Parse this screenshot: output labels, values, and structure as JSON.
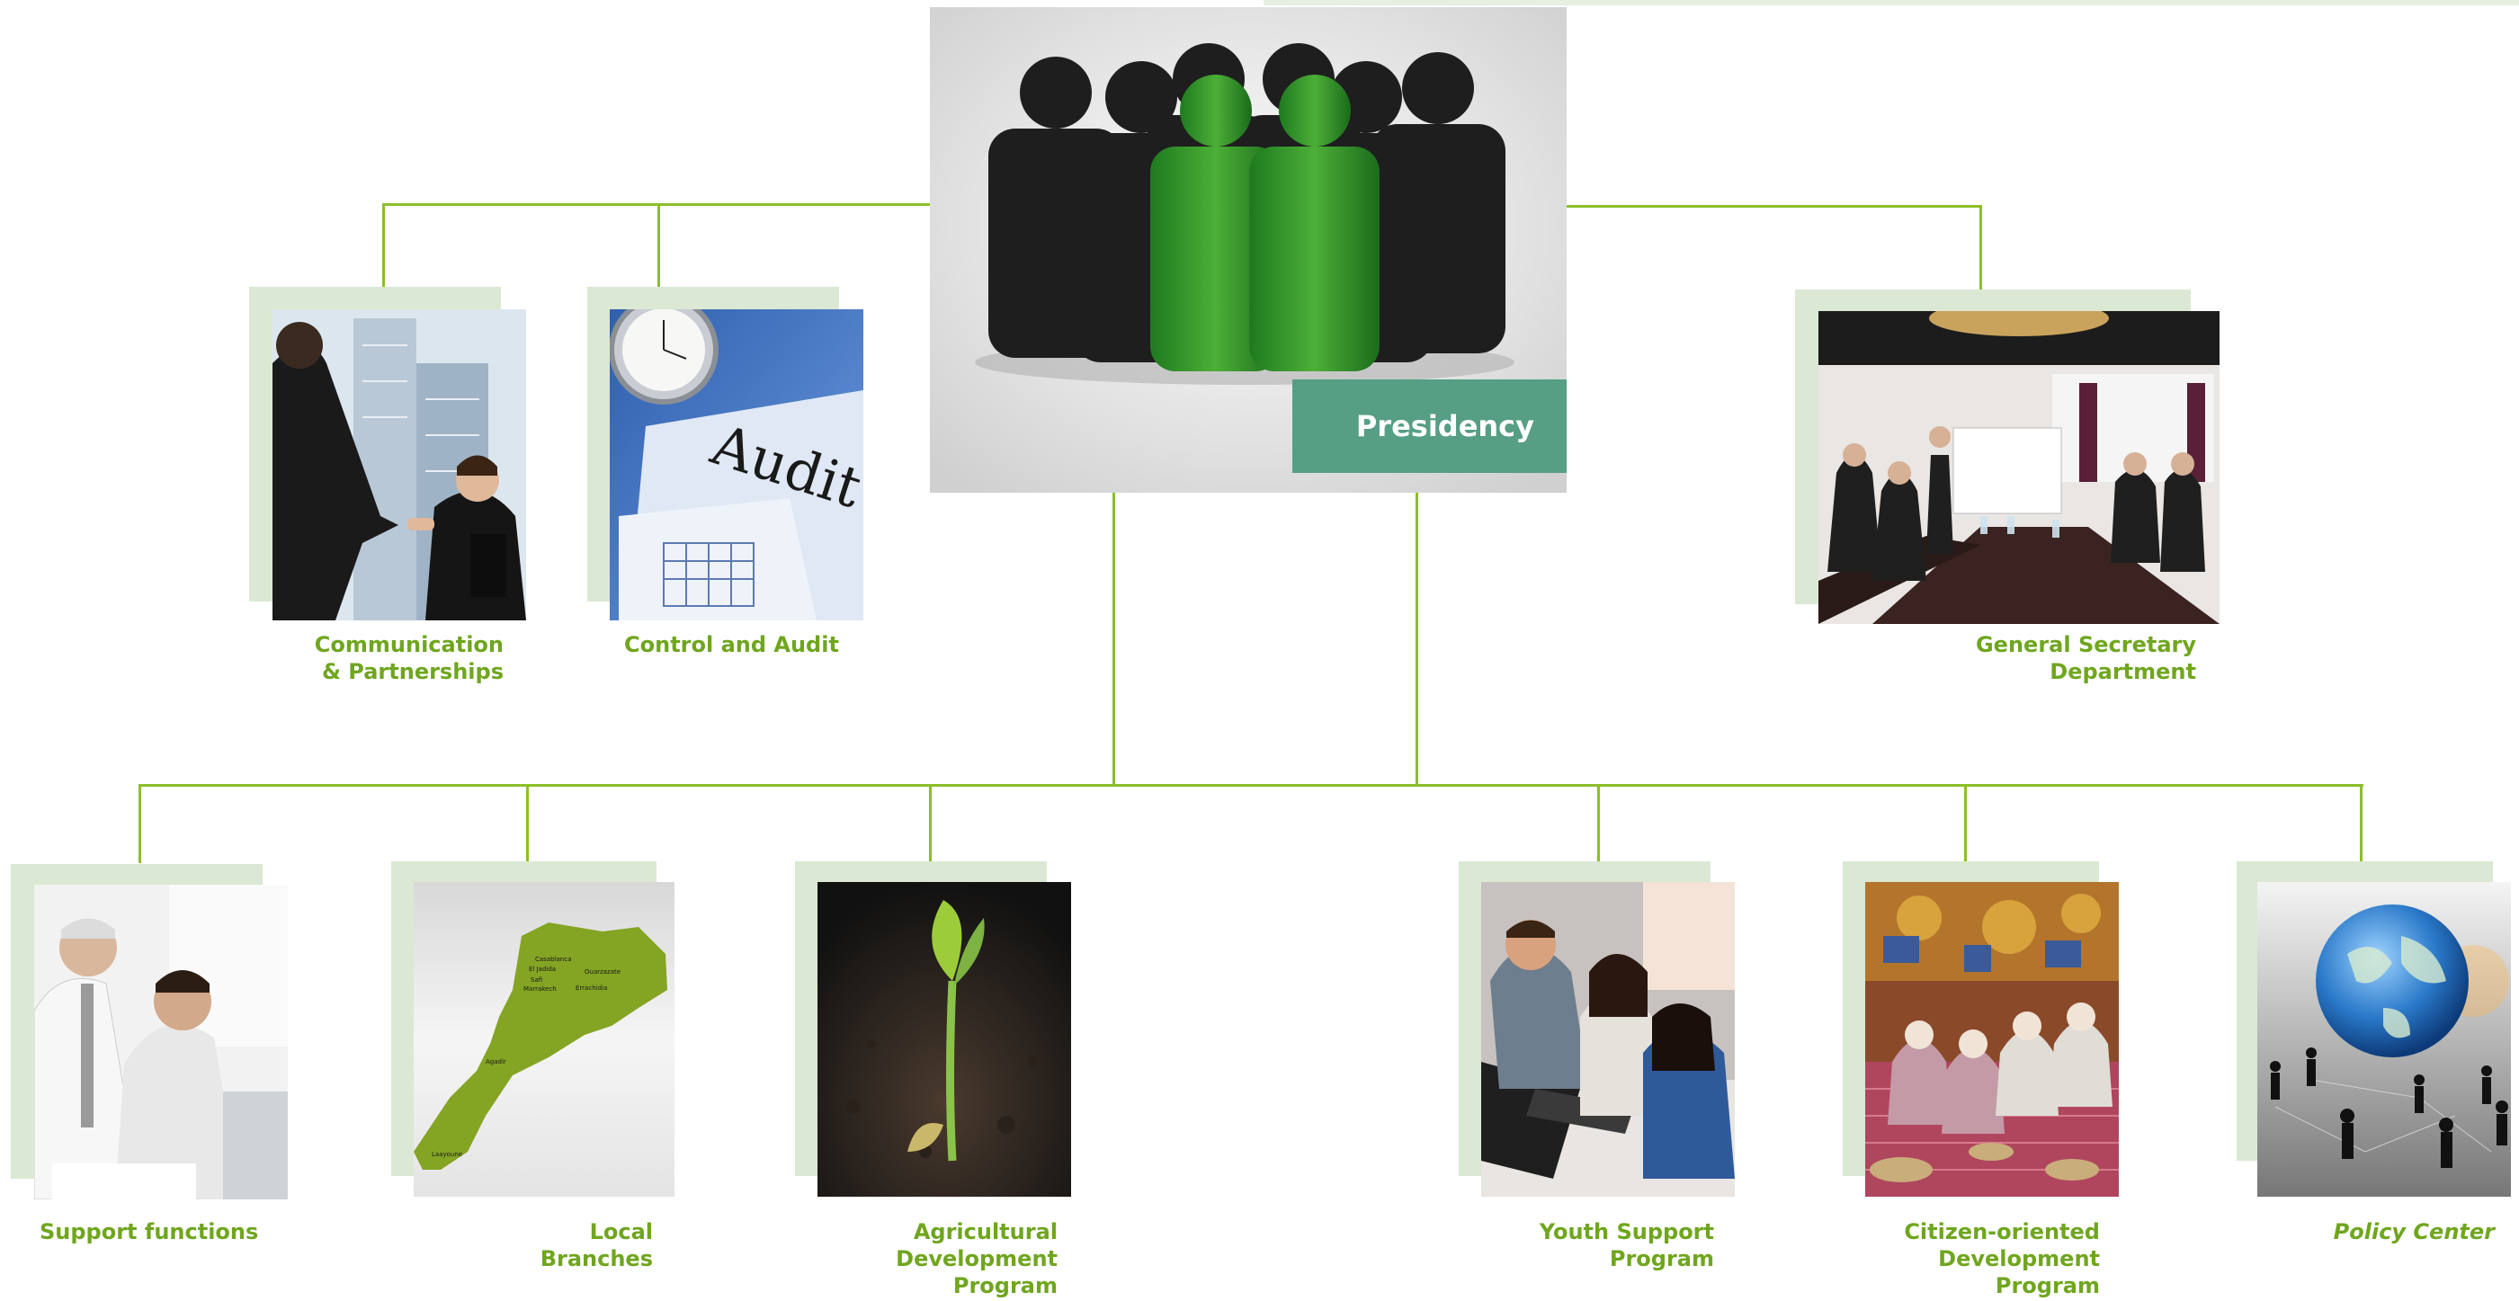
{
  "presidency": {
    "label": "Presidency"
  },
  "top_units": [
    {
      "lines": [
        "Communication",
        "& Partnerships"
      ]
    },
    {
      "lines": [
        "Control and Audit"
      ]
    },
    {
      "lines": [
        "General Secretary",
        "Department"
      ]
    }
  ],
  "audit_photo_text": "Audit",
  "map_cities": [
    "Casablanca",
    "El Jadida",
    "Safi",
    "Marrakech",
    "Ouarzazate",
    "Errachidia",
    "Agadir",
    "Laayoune"
  ],
  "bottom_units": [
    {
      "lines": [
        "Support functions"
      ]
    },
    {
      "lines": [
        "Local",
        "Branches"
      ]
    },
    {
      "lines": [
        "Agricultural",
        "Development",
        "Program"
      ]
    },
    {
      "lines": [
        "Youth Support",
        "Program"
      ]
    },
    {
      "lines": [
        "Citizen-oriented",
        "Development",
        "Program"
      ]
    },
    {
      "lines": [
        "Policy Center"
      ]
    }
  ],
  "colors": {
    "connector": "#8bbf2a",
    "label_text": "#6fa61e",
    "card_background": "#dbe8d3",
    "presidency_badge": "#569e84"
  }
}
